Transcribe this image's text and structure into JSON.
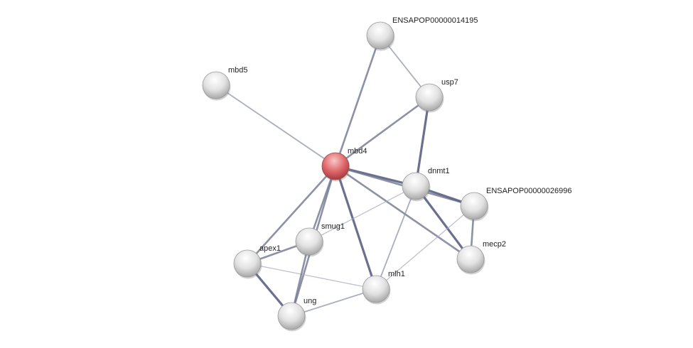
{
  "network": {
    "query_color": "#e06a6e",
    "node_color": "#e4e4e4",
    "nodes": [
      {
        "id": "ENSAPOP00000014195",
        "label": "ENSAPOP00000014195",
        "query": false
      },
      {
        "id": "mbd5",
        "label": "mbd5",
        "query": false
      },
      {
        "id": "usp7",
        "label": "usp7",
        "query": false
      },
      {
        "id": "mbd4",
        "label": "mbd4",
        "query": true
      },
      {
        "id": "dnmt1",
        "label": "dnmt1",
        "query": false
      },
      {
        "id": "ENSAPOP00000026996",
        "label": "ENSAPOP00000026996",
        "query": false
      },
      {
        "id": "smug1",
        "label": "smug1",
        "query": false
      },
      {
        "id": "apex1",
        "label": "apex1",
        "query": false
      },
      {
        "id": "mecp2",
        "label": "mecp2",
        "query": false
      },
      {
        "id": "mlh1",
        "label": "mlh1",
        "query": false
      },
      {
        "id": "ung",
        "label": "ung",
        "query": false
      }
    ],
    "edges": [
      {
        "a": "ENSAPOP00000014195",
        "b": "usp7",
        "strength": "weak"
      },
      {
        "a": "ENSAPOP00000014195",
        "b": "mbd4",
        "strength": "medium"
      },
      {
        "a": "mbd5",
        "b": "mbd4",
        "strength": "weak"
      },
      {
        "a": "usp7",
        "b": "mbd4",
        "strength": "medium"
      },
      {
        "a": "usp7",
        "b": "dnmt1",
        "strength": "strong"
      },
      {
        "a": "mbd4",
        "b": "dnmt1",
        "strength": "strong"
      },
      {
        "a": "mbd4",
        "b": "ENSAPOP00000026996",
        "strength": "medium"
      },
      {
        "a": "mbd4",
        "b": "mecp2",
        "strength": "medium"
      },
      {
        "a": "mbd4",
        "b": "mlh1",
        "strength": "strong"
      },
      {
        "a": "mbd4",
        "b": "smug1",
        "strength": "medium"
      },
      {
        "a": "mbd4",
        "b": "ung",
        "strength": "medium"
      },
      {
        "a": "mbd4",
        "b": "apex1",
        "strength": "medium"
      },
      {
        "a": "dnmt1",
        "b": "ENSAPOP00000026996",
        "strength": "strong"
      },
      {
        "a": "dnmt1",
        "b": "mecp2",
        "strength": "strong"
      },
      {
        "a": "dnmt1",
        "b": "mlh1",
        "strength": "weak"
      },
      {
        "a": "dnmt1",
        "b": "smug1",
        "strength": "faint"
      },
      {
        "a": "ENSAPOP00000026996",
        "b": "mecp2",
        "strength": "medium"
      },
      {
        "a": "ENSAPOP00000026996",
        "b": "mlh1",
        "strength": "faint"
      },
      {
        "a": "apex1",
        "b": "smug1",
        "strength": "medium"
      },
      {
        "a": "apex1",
        "b": "ung",
        "strength": "strong"
      },
      {
        "a": "apex1",
        "b": "mlh1",
        "strength": "faint"
      },
      {
        "a": "smug1",
        "b": "ung",
        "strength": "medium"
      },
      {
        "a": "ung",
        "b": "mlh1",
        "strength": "weak"
      }
    ]
  }
}
